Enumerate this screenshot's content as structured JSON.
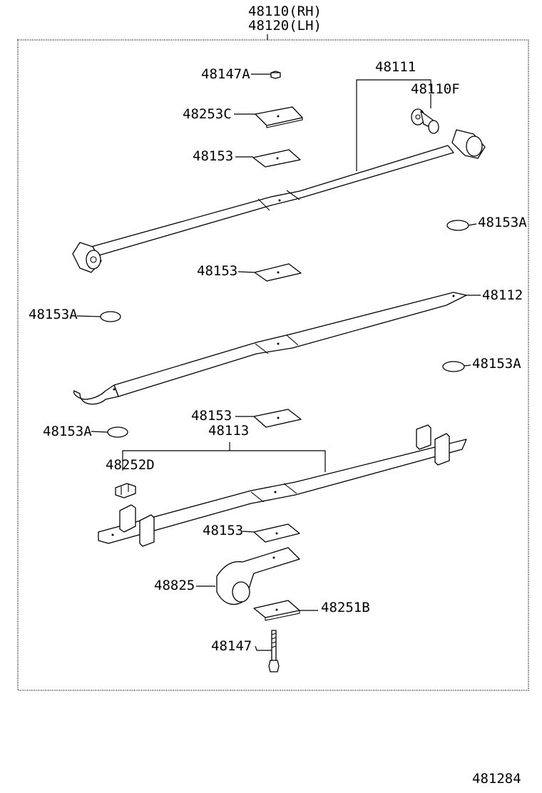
{
  "header": {
    "line1": "48110(RH)",
    "line2": "48120(LH)"
  },
  "callouts": {
    "c48147A": "48147A",
    "c48253C": "48253C",
    "c48153_1": "48153",
    "c48111": "48111",
    "c48110F": "48110F",
    "c48153A_1": "48153A",
    "c48153_2": "48153",
    "c48153A_2": "48153A",
    "c48112": "48112",
    "c48153A_3": "48153A",
    "c48153_3": "48153",
    "c48153A_4": "48153A",
    "c48113": "48113",
    "c48252D": "48252D",
    "c48153_4": "48153",
    "c48825": "48825",
    "c48251B": "48251B",
    "c48147": "48147"
  },
  "footer": {
    "diagram_id": "481284"
  }
}
